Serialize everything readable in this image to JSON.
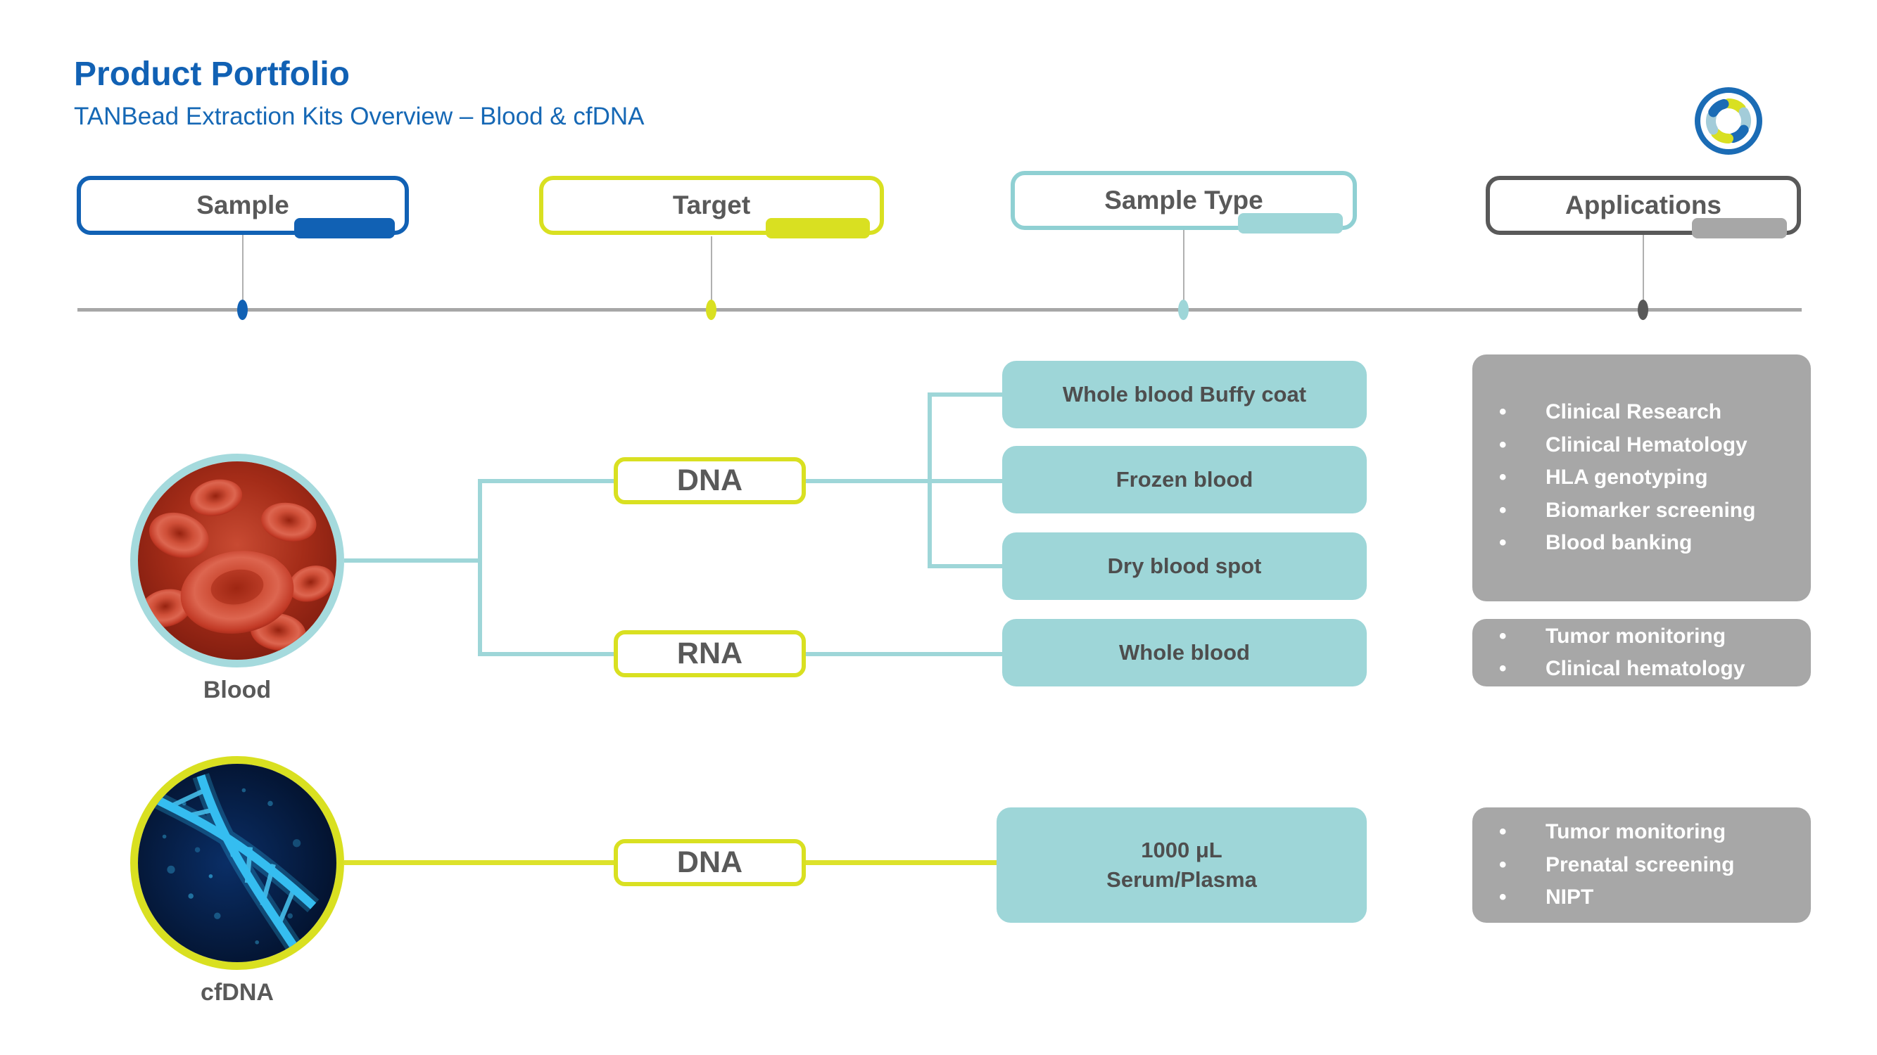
{
  "page": {
    "title": "Product Portfolio",
    "subtitle": "TANBead Extraction Kits Overview – Blood & cfDNA"
  },
  "icons": {
    "logo": "aperture-swirl-icon",
    "bullet": "•"
  },
  "colors": {
    "blue": "#1161b4",
    "yellow": "#d9e021",
    "teal": "#9ed6d8",
    "teal_ring": "#a5dadd",
    "gray_box": "#a7a7a7",
    "dark_gray": "#595959",
    "title_blue": "#1161b4"
  },
  "columns": [
    {
      "label": "Sample"
    },
    {
      "label": "Target"
    },
    {
      "label": "Sample Type"
    },
    {
      "label": "Applications"
    }
  ],
  "blood": {
    "label": "Blood",
    "dna_label": "DNA",
    "rna_label": "RNA",
    "sample_types": [
      "Whole blood Buffy coat",
      "Frozen blood",
      "Dry blood spot",
      "Whole blood"
    ],
    "dna_applications": [
      "Clinical Research",
      "Clinical Hematology",
      "HLA genotyping",
      "Biomarker screening",
      "Blood banking"
    ],
    "rna_applications": [
      "Tumor monitoring",
      "Clinical hematology"
    ]
  },
  "cfdna": {
    "label": "cfDNA",
    "dna_label": "DNA",
    "sample_type": {
      "line1": "1000 μL",
      "line2": "Serum/Plasma"
    },
    "applications": [
      "Tumor monitoring",
      "Prenatal screening",
      "NIPT"
    ]
  }
}
